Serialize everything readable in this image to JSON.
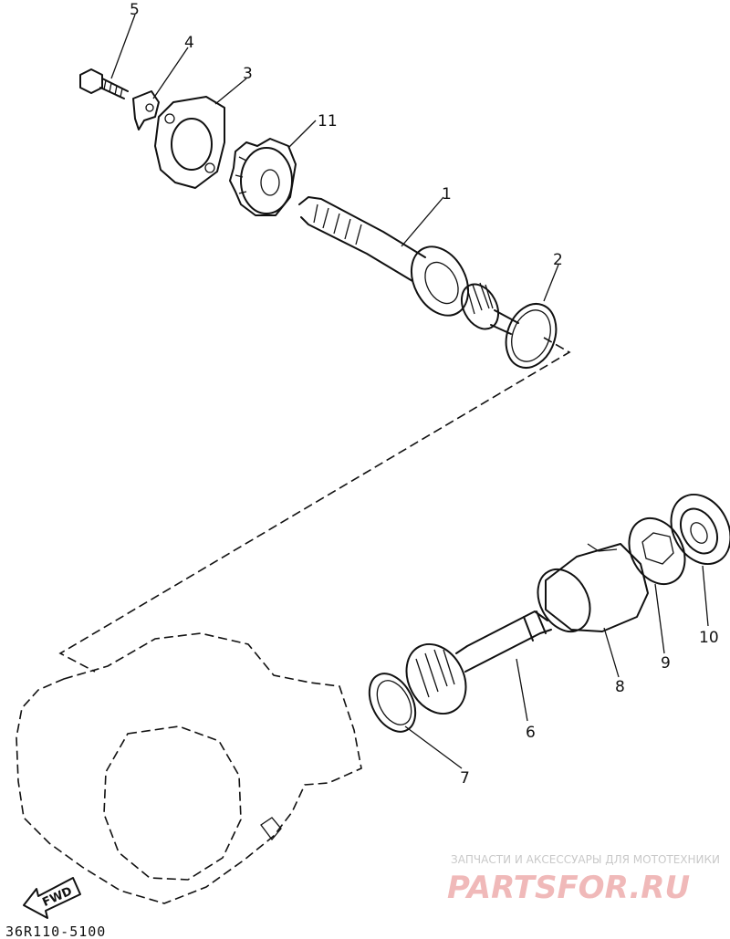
{
  "callouts": {
    "c1": "1",
    "c2": "2",
    "c3": "3",
    "c4": "4",
    "c5": "5",
    "c6": "6",
    "c7": "7",
    "c8": "8",
    "c9": "9",
    "c10": "10",
    "c11": "11"
  },
  "direction_label": "FWD",
  "reference_code": "36R110-5100",
  "watermark": {
    "tagline": "ЗАПЧАСТИ И АКСЕССУАРЫ ДЛЯ МОТОТЕХНИКИ",
    "brand": "PARTSFOR.RU"
  },
  "colors": {
    "line": "#111111",
    "watermark_text": "#c9c9c9",
    "watermark_brand": "#f0b9b9"
  }
}
